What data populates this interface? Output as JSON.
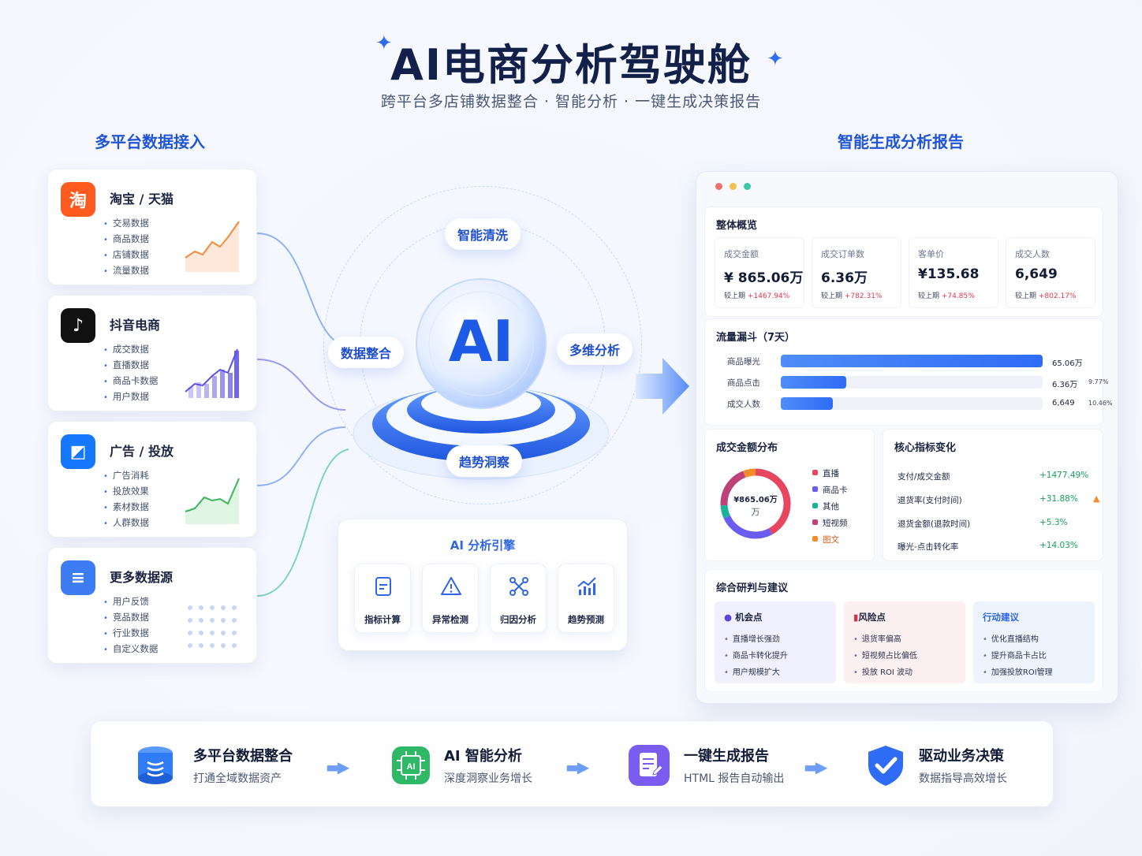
{
  "header": {
    "title": "AI电商分析驾驶舱",
    "subtitle": "跨平台多店铺数据整合 · 智能分析 · 一键生成决策报告"
  },
  "sections": {
    "left_title": "多平台数据接入",
    "right_title": "智能生成分析报告"
  },
  "sources": [
    {
      "name": "淘宝 / 天猫",
      "icon": "taobao-icon",
      "icon_text": "淘",
      "color": "#ff5a1f",
      "items": [
        "交易数据",
        "商品数据",
        "店铺数据",
        "流量数据"
      ]
    },
    {
      "name": "抖音电商",
      "icon": "douyin-icon",
      "icon_text": "♪",
      "color": "#111111",
      "items": [
        "成交数据",
        "直播数据",
        "商品卡数据",
        "用户数据"
      ]
    },
    {
      "name": "广告 / 投放",
      "icon": "ad-icon",
      "icon_text": "◩",
      "color": "#1677ff",
      "items": [
        "广告消耗",
        "投放效果",
        "素材数据",
        "人群数据"
      ]
    },
    {
      "name": "更多数据源",
      "icon": "database-icon",
      "icon_text": "≡",
      "color": "#3d7cf3",
      "items": [
        "用户反馈",
        "竞品数据",
        "行业数据",
        "自定义数据"
      ]
    }
  ],
  "center": {
    "core_label": "AI",
    "pills": {
      "top": "智能清洗",
      "left": "数据整合",
      "right": "多维分析",
      "bottom": "趋势洞察"
    },
    "engine_title": "AI 分析引擎",
    "engine_items": [
      "指标计算",
      "异常检测",
      "归因分析",
      "趋势预测"
    ]
  },
  "report": {
    "overview_title": "整体概览",
    "kpis": [
      {
        "label": "成交金额",
        "value": "¥ 865.06万",
        "cmp_prefix": "较上期",
        "cmp_value": "+1467.94%"
      },
      {
        "label": "成交订单数",
        "value": "6.36万",
        "cmp_prefix": "较上期",
        "cmp_value": "+782.31%"
      },
      {
        "label": "客单价",
        "value": "¥135.68",
        "cmp_prefix": "较上期",
        "cmp_value": "+74.85%"
      },
      {
        "label": "成交人数",
        "value": "6,649",
        "cmp_prefix": "较上期",
        "cmp_value": "+802.17%"
      }
    ],
    "funnel_title": "流量漏斗（7天）",
    "funnel": [
      {
        "label": "商品曝光",
        "value": "65.06万",
        "pct": "",
        "fill": 1.0
      },
      {
        "label": "商品点击",
        "value": "6.36万",
        "pct": "9.77%",
        "fill": 0.25
      },
      {
        "label": "成交人数",
        "value": "6,649",
        "pct": "10.46%",
        "fill": 0.2
      }
    ],
    "distribution_title": "成交金额分布",
    "donut_center_value": "¥865.06万",
    "donut_center_unit": "万",
    "distribution": [
      {
        "label": "直播",
        "color": "#e8455f",
        "share": 0.42
      },
      {
        "label": "商品卡",
        "color": "#6a5cf0",
        "share": 0.26
      },
      {
        "label": "其他",
        "color": "#19b39a",
        "share": 0.06
      },
      {
        "label": "短视频",
        "color": "#c0417a",
        "share": 0.2
      },
      {
        "label": "图文",
        "color": "#f28c28",
        "share": 0.06
      }
    ],
    "metrics_title": "核心指标变化",
    "metrics": [
      {
        "label": "支付/成交金额",
        "value": "+1477.49%",
        "warn": false
      },
      {
        "label": "退货率(支付时间)",
        "value": "+31.88%",
        "warn": true
      },
      {
        "label": "退货金额(退款时间)",
        "value": "+5.3%",
        "warn": false
      },
      {
        "label": "曝光-点击转化率",
        "value": "+14.03%",
        "warn": false
      }
    ],
    "advice_title": "综合研判与建议",
    "advice": [
      {
        "title": "机会点",
        "color": "#5a46d8",
        "bg": "#f1f0fe",
        "items": [
          "直播增长强劲",
          "商品卡转化提升",
          "用户规模扩大"
        ]
      },
      {
        "title": "风险点",
        "color": "#d8334a",
        "bg": "#fdf0f1",
        "items": [
          "退货率偏高",
          "短视频占比偏低",
          "投放 ROI 波动"
        ]
      },
      {
        "title": "行动建议",
        "color": "#2f66e8",
        "bg": "#eef4fe",
        "items": [
          "优化直播结构",
          "提升商品卡占比",
          "加强投放ROI管理"
        ]
      }
    ]
  },
  "flow": [
    {
      "title": "多平台数据整合",
      "sub": "打通全域数据资产",
      "icon": "database-icon",
      "color": "#2f7cf6"
    },
    {
      "title": "AI 智能分析",
      "sub": "深度洞察业务增长",
      "icon": "ai-chip-icon",
      "color": "#2fb866"
    },
    {
      "title": "一键生成报告",
      "sub": "HTML 报告自动输出",
      "icon": "report-icon",
      "color": "#7a5cf0"
    },
    {
      "title": "驱动业务决策",
      "sub": "数据指导高效增长",
      "icon": "shield-check-icon",
      "color": "#2f6cf6"
    }
  ]
}
